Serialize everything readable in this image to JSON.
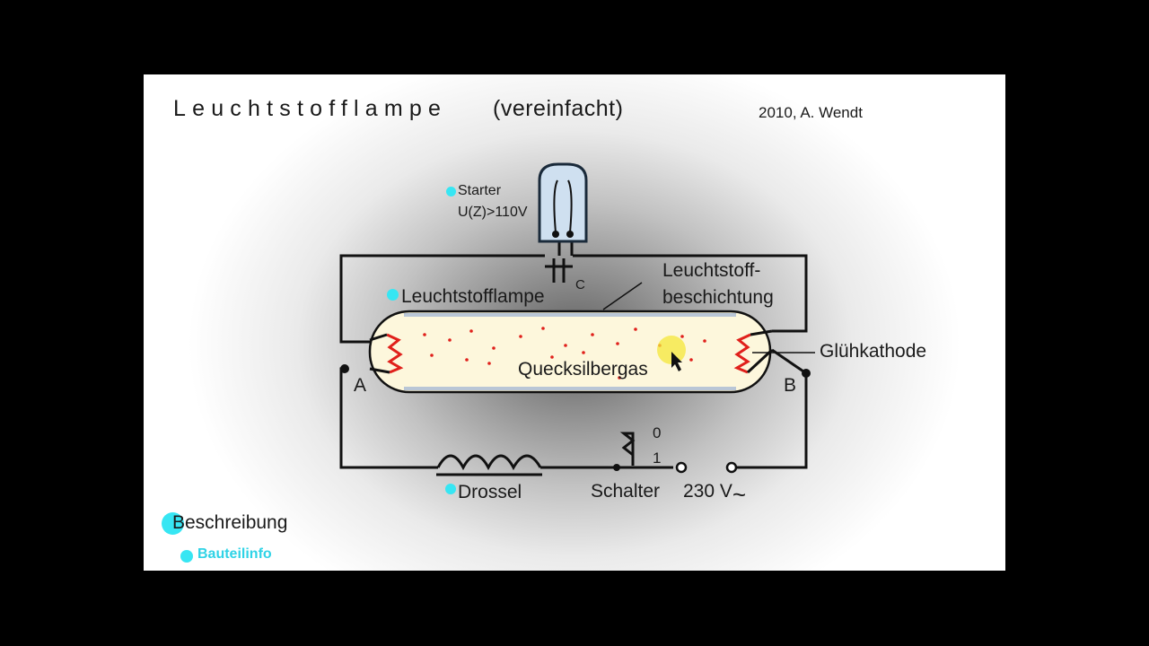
{
  "title": {
    "spaced": "Leuchtstofflampe",
    "suffix": "(vereinfacht)"
  },
  "author": "2010, A. Wendt",
  "labels": {
    "starter": "Starter",
    "starter_voltage": "U(Z)>110V",
    "lamp": "Leuchtstofflampe",
    "coating_line1": "Leuchtstoff-",
    "coating_line2": "beschichtung",
    "cathode": "Glühkathode",
    "gas": "Quecksilbergas",
    "terminal_a": "A",
    "terminal_b": "B",
    "capacitor": "C",
    "switch_off": "0",
    "switch_on": "1",
    "choke": "Drossel",
    "switch": "Schalter",
    "voltage": "230 V",
    "ac_symbol": "~"
  },
  "links": {
    "description": "Beschreibung",
    "component_info": "Bauteilinfo"
  },
  "colors": {
    "background": "#000000",
    "tube_fill": "#fdf7dc",
    "tube_coating": "#b9c6d6",
    "cathode": "#e0201b",
    "gas_particles": "#e0201b",
    "starter_bulb": "#cfe0f0",
    "info_dot": "#37e6f3",
    "cursor_highlight": "#f4e73a"
  }
}
